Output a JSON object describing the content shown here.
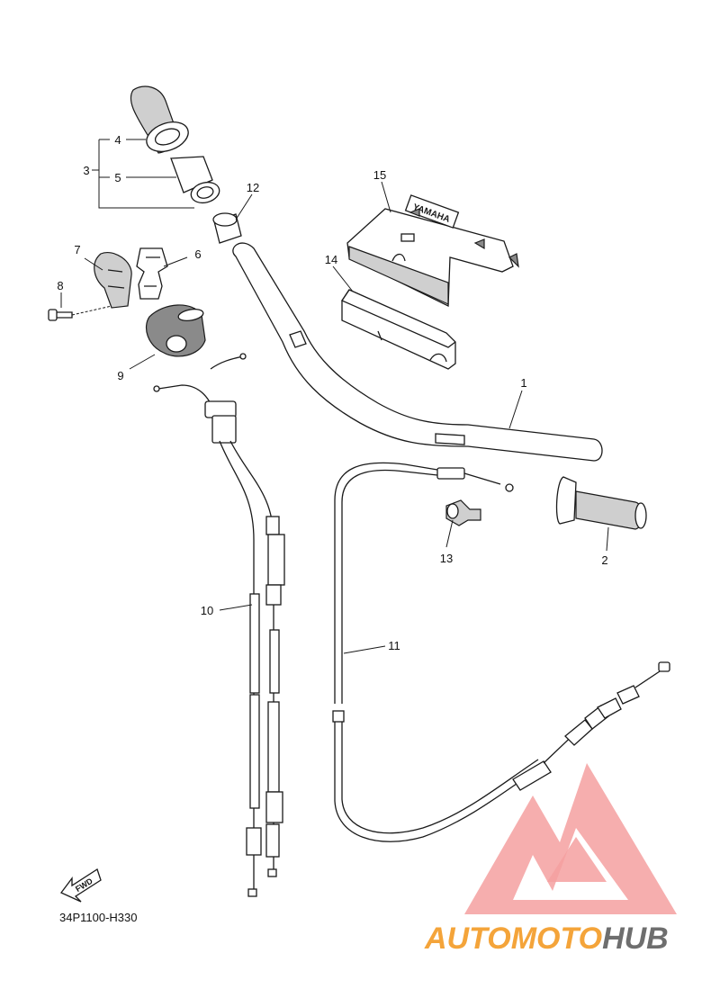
{
  "diagram": {
    "code": "34P1100-H330",
    "fwd_label": "FWD",
    "callouts": [
      "1",
      "2",
      "3",
      "4",
      "5",
      "6",
      "7",
      "8",
      "9",
      "10",
      "11",
      "12",
      "13",
      "14",
      "15"
    ]
  },
  "watermark": {
    "brand_part1": "AUTOMOTO",
    "brand_part2": "HUB",
    "color_primary": "#f4a43a",
    "color_secondary": "#6e6e6e",
    "logo_color": "#f28a8a"
  },
  "part_badge": {
    "text": "YAMAHA"
  }
}
